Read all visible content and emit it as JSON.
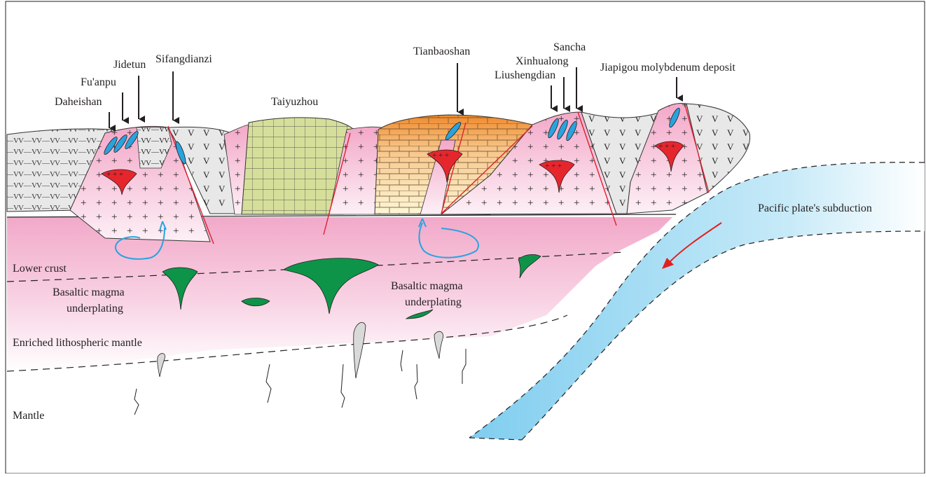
{
  "colors": {
    "crust_pink": "#f4b6d2",
    "granite_pink": "#f7cfe2",
    "volcanic_grey": "#e6e6e6",
    "taiyuzhou_green": "#d9e29b",
    "sediment_orange": "#f08a2c",
    "sediment_yellow": "#fbf3c7",
    "plate_blue": "#8fd3f0",
    "magma_green": "#0d9448",
    "intrusion_red": "#e6262d",
    "ore_blue": "#2aa3dc",
    "arrow_red": "#e02020",
    "flow_blue": "#2aa3e0"
  },
  "deposits": {
    "daheishan": "Daheishan",
    "fuanpu": "Fu'anpu",
    "jidetun": "Jidetun",
    "sifangdianzi": "Sifangdianzi",
    "tianbaoshan": "Tianbaoshan",
    "xinhualong": "Xinhualong",
    "sancha": "Sancha",
    "liushengdian": "Liushengdian",
    "jiapigou": "Jiapigou molybdenum deposit"
  },
  "units": {
    "taiyuzhou": "Taiyuzhou",
    "lower_crust": "Lower crust",
    "basaltic_1_line1": "Basaltic magma",
    "basaltic_1_line2": "underplating",
    "basaltic_2_line1": "Basaltic magma",
    "basaltic_2_line2": "underplating",
    "enriched_mantle": "Enriched lithospheric mantle",
    "mantle": "Mantle",
    "pacific": "Pacific plate's subduction"
  }
}
